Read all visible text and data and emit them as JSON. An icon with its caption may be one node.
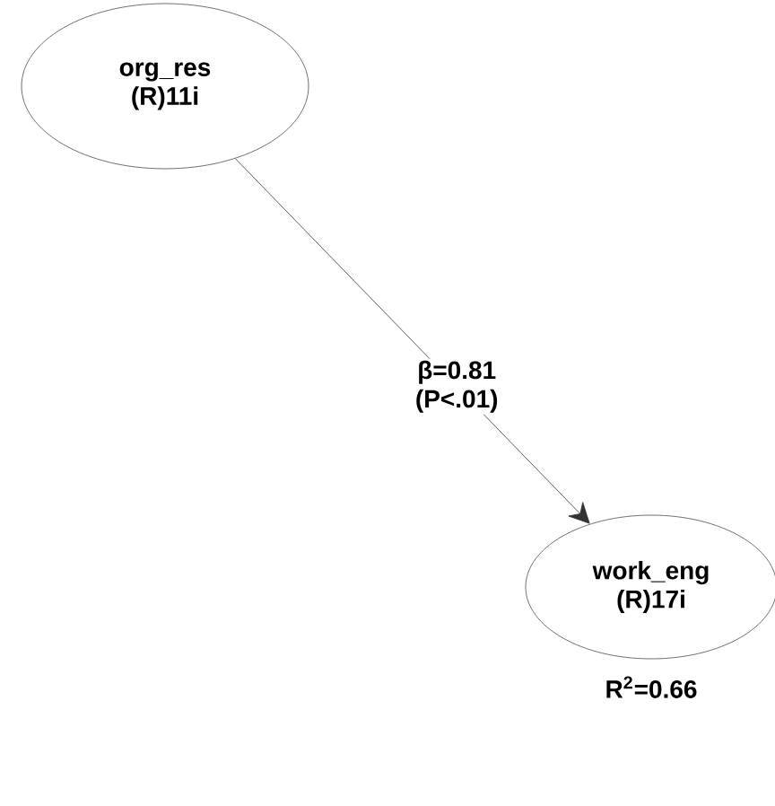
{
  "diagram": {
    "nodes": [
      {
        "text": [
          "org_res (R)11i"
        ]
      },
      {
        "text": [
          "work_eng (R)17i"
        ],
        "beside": [
          "R$^{2}$=0.66"
        ]
      }
    ],
    "edges": [
      {
        "from": 0,
        "to": 1,
        "arrow": "to",
        "label": "β=0.81 (P<.01)"
      }
    ]
  }
}
